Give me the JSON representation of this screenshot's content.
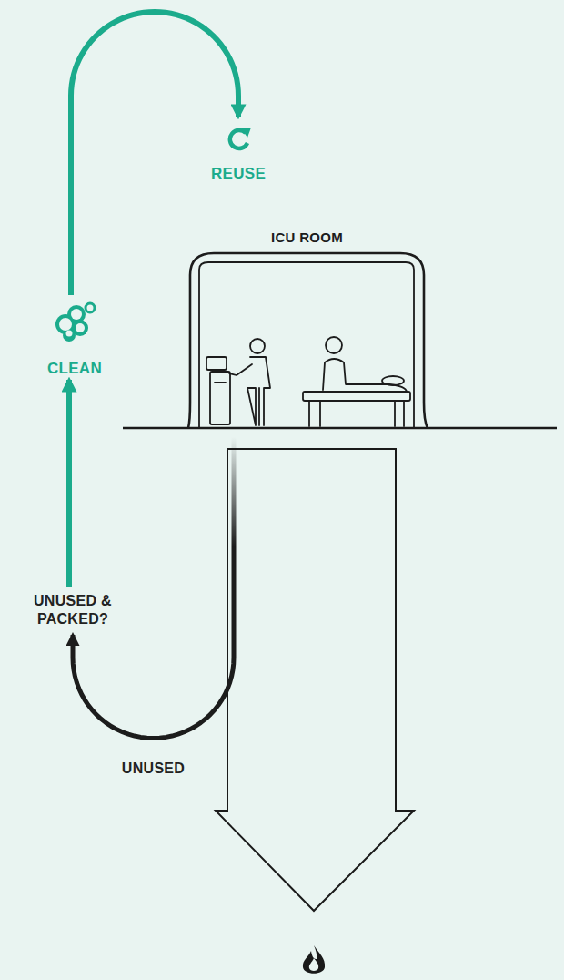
{
  "diagram": {
    "nodes": [
      {
        "text": [
          "ICU ROOM"
        ]
      },
      {
        "text": [
          "UNUSED & PACKED?"
        ]
      },
      {
        "text": [
          "CLEAN"
        ]
      },
      {
        "text": [
          "REUSE"
        ]
      }
    ],
    "edges": [
      {
        "from": 0,
        "to": 1,
        "label": "UNUSED",
        "arrow": "to"
      },
      {
        "from": 1,
        "to": 2,
        "arrow": "to"
      },
      {
        "from": 2,
        "to": 3,
        "arrow": "to"
      }
    ]
  }
}
